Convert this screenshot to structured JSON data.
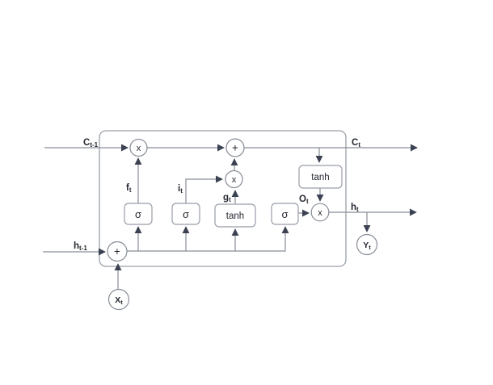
{
  "diagram": {
    "type": "lstm-cell-diagram",
    "colors": {
      "background": "#ffffff",
      "wire": "#878d97",
      "arrowhead": "#3c4252",
      "box_border": "#989ea8",
      "text": "#23272f"
    },
    "io_labels": {
      "cell_state_in": {
        "base": "C",
        "sub": "t-1"
      },
      "hidden_state_in": {
        "base": "h",
        "sub": "t-1"
      },
      "cell_state_out": {
        "base": "C",
        "sub": "t"
      },
      "hidden_state_out": {
        "base": "h",
        "sub": "t"
      }
    },
    "gate_labels": {
      "forget": {
        "base": "f",
        "sub": "t"
      },
      "input": {
        "base": "i",
        "sub": "t"
      },
      "candidate": {
        "base": "g",
        "sub": "t"
      },
      "output": {
        "base": "O",
        "sub": "t"
      }
    },
    "node_labels": {
      "input": {
        "base": "X",
        "sub": "t"
      },
      "output": {
        "base": "Y",
        "sub": "t"
      }
    },
    "op_labels": {
      "multiply": "x",
      "add": "+"
    },
    "box_labels": {
      "sigmoid": "σ",
      "tanh": "tanh"
    }
  }
}
